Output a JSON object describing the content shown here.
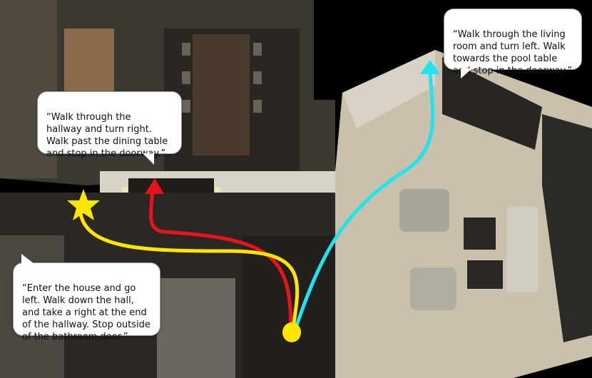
{
  "instructions": {
    "red": "“Walk through the\nhallway and turn right.\nWalk past the dining table\nand stop in the doorway.”",
    "cyan": "“Walk through the living\nroom and turn left. Walk\ntowards the pool table\nand stop in the doorway.”",
    "yellow": "“Enter the house and go\nleft. Walk down the hall,\nand take a right at the end\nof the hallway. Stop outside\nof the bathroom door.”"
  },
  "paths": {
    "red_color": "#e8141c",
    "yellow_color": "#ffe600",
    "cyan_color": "#1fe3f0"
  },
  "icons": {
    "start": "yellow-dot",
    "goal": "star"
  }
}
